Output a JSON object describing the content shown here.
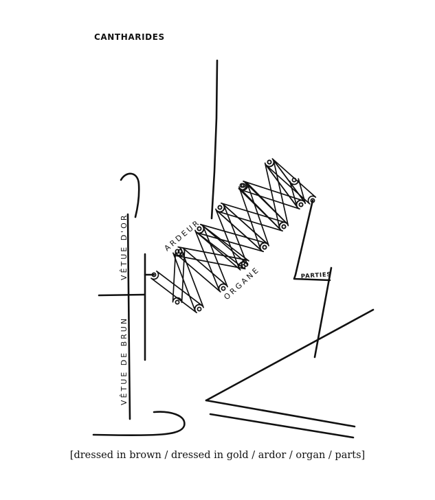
{
  "page": {
    "title": "CANTHARIDES",
    "caption": "[dressed in brown / dressed in gold / ardor / organ / parts]"
  },
  "drawing": {
    "labels": {
      "vetue_de_brun": "VÊTUE DE BRUN",
      "vetue_dor": "VÊTUE D'OR",
      "ardeur": "ARDEUR",
      "organe": "ORGANE",
      "parties": "PARTIES"
    }
  }
}
